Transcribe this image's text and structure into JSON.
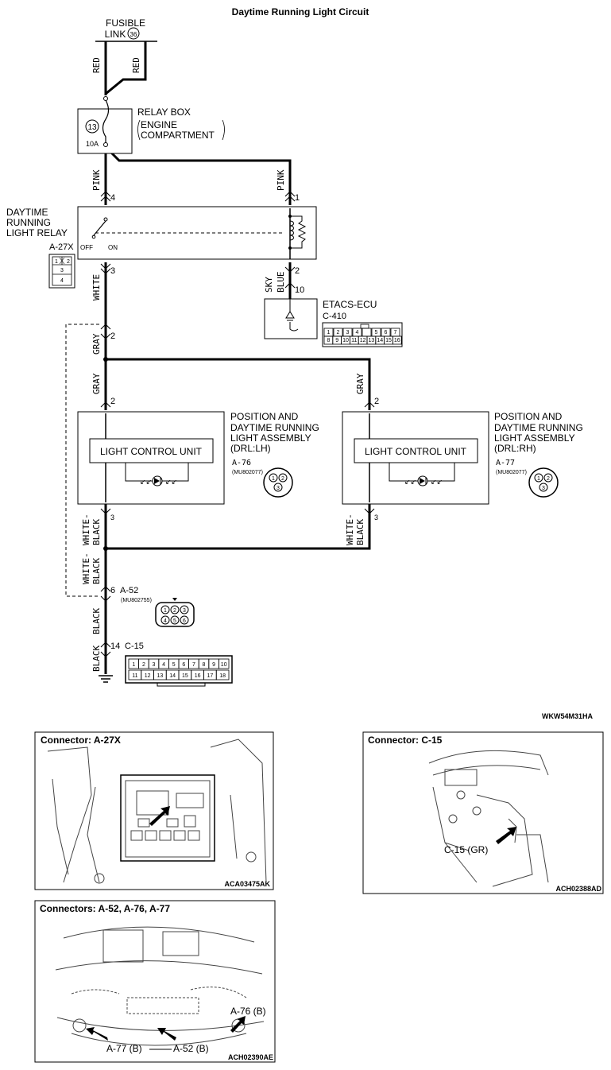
{
  "title": "Daytime Running Light Circuit",
  "fusible_link": {
    "label1": "FUSIBLE",
    "label2": "LINK",
    "number": "36"
  },
  "relay_box": {
    "line1": "RELAY BOX",
    "line2": "ENGINE",
    "line3": "COMPARTMENT",
    "fuse_number": "13",
    "fuse_rating": "10A"
  },
  "drl_relay": {
    "line1": "DAYTIME",
    "line2": "RUNNING",
    "line3": "LIGHT RELAY",
    "connector": "A-27X",
    "off_label": "OFF",
    "on_label": "ON",
    "pins": [
      "1",
      "2",
      "3",
      "4"
    ]
  },
  "etacs": {
    "name": "ETACS-ECU",
    "connector": "C-410",
    "pins_row1": [
      "1",
      "2",
      "3",
      "4",
      "",
      "5",
      "6",
      "7"
    ],
    "pins_row2": [
      "8",
      "9",
      "10",
      "11",
      "12",
      "13",
      "14",
      "15",
      "16"
    ]
  },
  "lamp_lh": {
    "line1": "POSITION AND",
    "line2": "DAYTIME RUNNING",
    "line3": "LIGHT ASSEMBLY",
    "line4": "(DRL:LH)",
    "connector": "A-76",
    "part": "(MU802077)",
    "unit": "LIGHT CONTROL UNIT",
    "pins": [
      "1",
      "2",
      "3"
    ]
  },
  "lamp_rh": {
    "line1": "POSITION AND",
    "line2": "DAYTIME RUNNING",
    "line3": "LIGHT ASSEMBLY",
    "line4": "(DRL:RH)",
    "connector": "A-77",
    "part": "(MU802077)",
    "unit": "LIGHT CONTROL UNIT",
    "pins": [
      "1",
      "2",
      "3"
    ]
  },
  "conn_a52": {
    "label": "A-52",
    "part": "(MU802755)",
    "pins": [
      "1",
      "2",
      "3",
      "4",
      "5",
      "6"
    ]
  },
  "conn_c15": {
    "label": "C-15",
    "row1": [
      "1",
      "2",
      "3",
      "4",
      "5",
      "6",
      "7",
      "8",
      "9",
      "10"
    ],
    "row2": [
      "11",
      "12",
      "13",
      "14",
      "15",
      "16",
      "17",
      "18"
    ]
  },
  "wires": {
    "red": "RED",
    "pink": "PINK",
    "white": "WHITE",
    "sky": "SKY",
    "blue": "BLUE",
    "gray": "GRAY",
    "white_black": "WHITE-",
    "black2": "BLACK",
    "black": "BLACK"
  },
  "pin_numbers": {
    "p4": "4",
    "p1": "1",
    "p3": "3",
    "p2r": "2",
    "p10": "10",
    "p2": "2",
    "p2a": "2",
    "p2b": "2",
    "p3a": "3",
    "p3b": "3",
    "p6": "6",
    "p14": "14"
  },
  "diagram_code": "WKW54M31HA",
  "photos": [
    {
      "title": "Connector: A-27X",
      "code": "ACA03475AK"
    },
    {
      "title": "Connector: C-15",
      "code": "ACH02388AD",
      "callout": "C-15 (GR)"
    },
    {
      "title": "Connectors: A-52, A-76, A-77",
      "code": "ACH02390AE",
      "callouts": [
        "A-76 (B)",
        "A-77 (B)",
        "A-52 (B)"
      ]
    }
  ]
}
